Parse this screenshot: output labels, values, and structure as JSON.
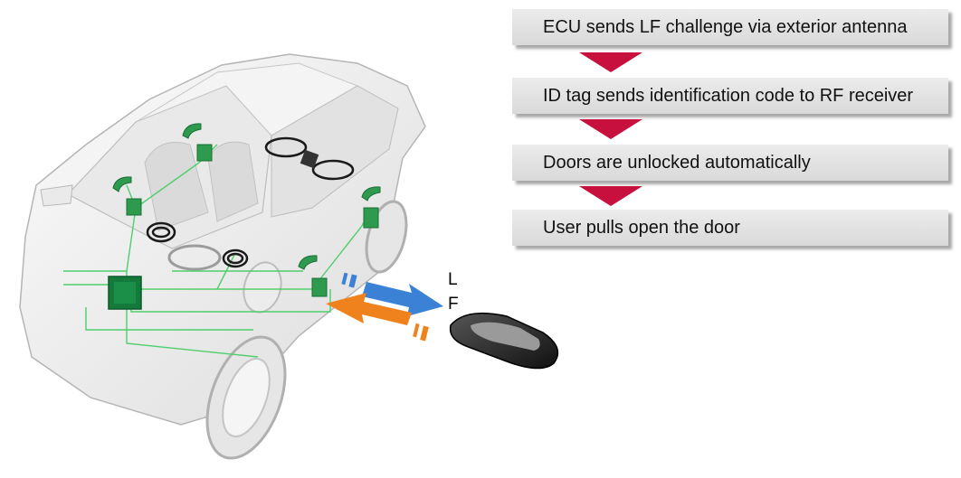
{
  "steps": [
    "ECU sends LF challenge via exterior antenna",
    "ID tag sends identification code to RF receiver",
    "Doors are unlocked automatically",
    "User pulls open the door"
  ],
  "signal_label": {
    "line1": "L",
    "line2": "F"
  },
  "colors": {
    "step_box": "#e3e3e3",
    "connector_arrow": "#c8103f",
    "lf_arrow": "#3b82d6",
    "rf_arrow": "#f0821e",
    "component": "#2e9a4e",
    "wiring": "#4fce6a"
  },
  "icons": [
    "car-illustration",
    "key-fob-icon",
    "ecu-module-icon",
    "antenna-coil-icon",
    "door-handle-sensor-icon"
  ]
}
